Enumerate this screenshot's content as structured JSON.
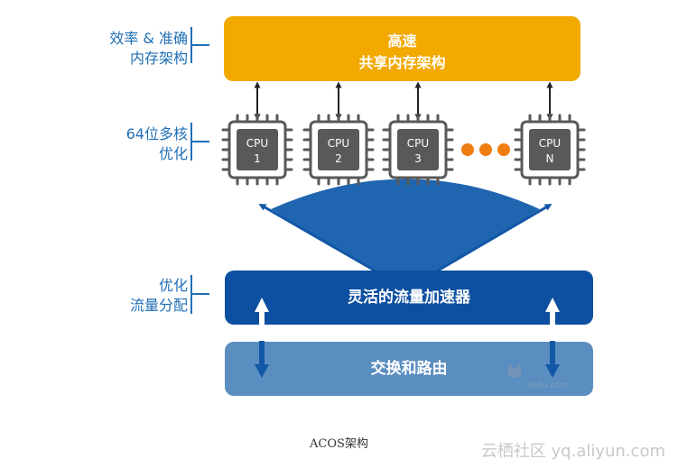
{
  "labels": {
    "efficiency": [
      "效率 & 准确",
      "内存架构"
    ],
    "cores": [
      "64位多核",
      "优化"
    ],
    "flow": [
      "优化",
      "流量分配"
    ]
  },
  "blocks": {
    "memory": [
      "高速",
      "共享内存架构"
    ],
    "accelerator": "灵活的流量加速器",
    "switching": "交换和路由"
  },
  "cpus": [
    {
      "name": "CPU",
      "index": "1"
    },
    {
      "name": "CPU",
      "index": "2"
    },
    {
      "name": "CPU",
      "index": "3"
    },
    {
      "name": "CPU",
      "index": "N"
    }
  ],
  "caption": "ACOS架构",
  "watermark": "云栖社区 yq.aliyun.com",
  "logo_text": "Sohu.com",
  "colors": {
    "memory": "#f2a900",
    "accelerator": "#0d4fa0",
    "switching": "#5b8ec0",
    "fan": "#1f65b0",
    "arrow_dark": "#1257a8",
    "chip": "#595959",
    "dots": "#f07d12",
    "label": "#1f6fb5"
  }
}
